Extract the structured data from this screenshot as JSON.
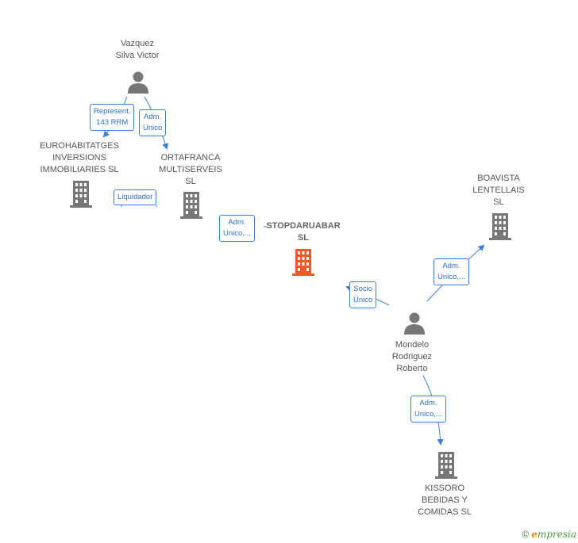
{
  "colors": {
    "line": "#3d7fd6",
    "company": "#777777",
    "focus_company": "#f05a28",
    "person": "#777777"
  },
  "nodes": {
    "vazquez": {
      "lines": [
        "Vazquez",
        "Silva Victor"
      ],
      "icon": "person-icon"
    },
    "eurohabitatges": {
      "lines": [
        "EUROHABITATGES",
        "INVERSIONS",
        "IMMOBILIARIES SL"
      ],
      "icon": "building-icon"
    },
    "ortafranca": {
      "lines": [
        "ORTAFRANCA",
        "MULTISERVEIS",
        "SL"
      ],
      "icon": "building-icon"
    },
    "stopdaruabar": {
      "lines": [
        "STOPDARUABAR",
        "SL"
      ],
      "icon": "building-icon"
    },
    "boavista": {
      "lines": [
        "BOAVISTA",
        "LENTELLAIS",
        "SL"
      ],
      "icon": "building-icon"
    },
    "mondelo": {
      "lines": [
        "Mondelo",
        "Rodriguez",
        "Roberto"
      ],
      "icon": "person-icon"
    },
    "kissoro": {
      "lines": [
        "KISSORO",
        "BEBIDAS Y",
        "COMIDAS  SL"
      ],
      "icon": "building-icon"
    }
  },
  "relations": {
    "represent": {
      "lines": [
        "Represent.",
        "143 RRM"
      ]
    },
    "adm_unico_vazquez": {
      "lines": [
        "Adm.",
        "Unico"
      ]
    },
    "liquidador": {
      "lines": [
        "Liquidador"
      ]
    },
    "adm_unico_stop": {
      "lines": [
        "Adm.",
        "Unico,..."
      ]
    },
    "socio_unico": {
      "lines": [
        "Socio",
        "Único"
      ]
    },
    "adm_unico_boavista": {
      "lines": [
        "Adm.",
        "Unico,..."
      ]
    },
    "adm_unico_kissoro": {
      "lines": [
        "Adm.",
        "Unico,..."
      ]
    }
  },
  "footer": {
    "copyright": "©",
    "brand_initial": "e",
    "brand_rest": "mpresia"
  }
}
